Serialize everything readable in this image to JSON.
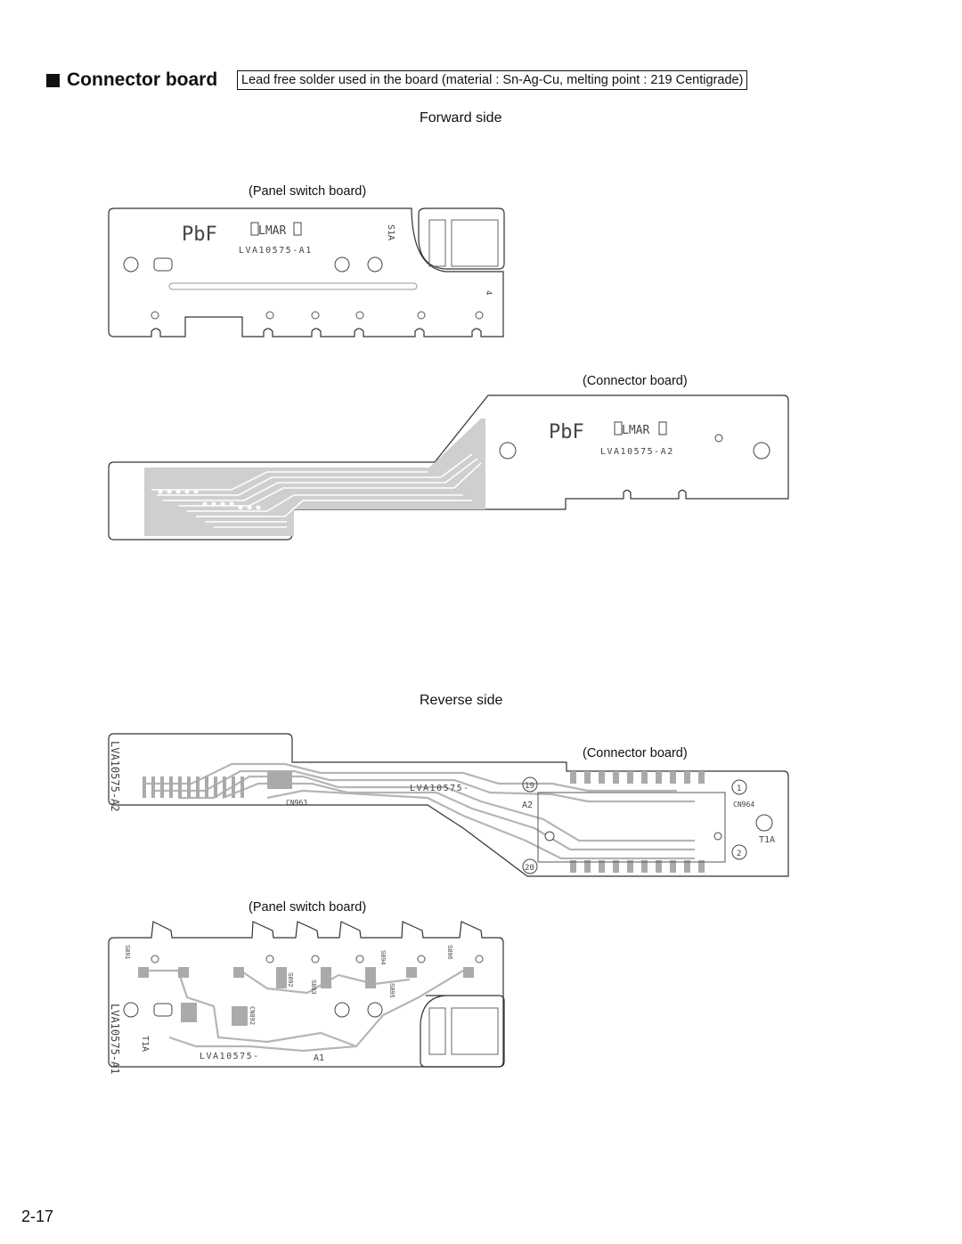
{
  "header": {
    "section_title": "Connector board",
    "lead_note": "Lead free solder used in the board (material : Sn-Ag-Cu, melting point : 219 Centigrade)"
  },
  "forward": {
    "heading": "Forward side",
    "panel_label": "(Panel switch board)",
    "connector_label": "(Connector board)"
  },
  "reverse": {
    "heading": "Reverse side",
    "connector_label": "(Connector board)",
    "panel_label": "(Panel switch board)"
  },
  "silkscreen": {
    "pbf": "PbF",
    "ulmark": "LMAR",
    "code_a1": "LVA10575-A1",
    "code_a2": "LVA10575-A2",
    "s1a": "S1A",
    "t1a": "T1A",
    "lva_partial": "LVA10575-",
    "a1": "A1",
    "a2": "A2",
    "cn963": "CN963",
    "cn964": "CN964",
    "cn892": "CN892",
    "pin1": "1",
    "pin2": "2",
    "pin4": "4",
    "pin19": "19",
    "pin20": "20",
    "s891": "S891",
    "s892": "S892",
    "s893": "S893",
    "s894": "S894",
    "s895": "S895",
    "s896": "S896"
  },
  "footer": {
    "page_number": "2-17"
  }
}
